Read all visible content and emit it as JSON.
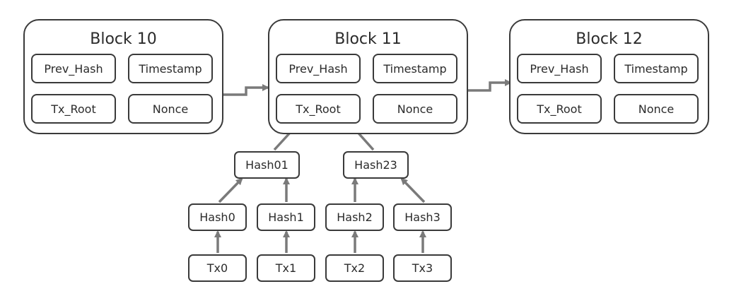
{
  "blocks": [
    {
      "title": "Block 10",
      "fields": [
        "Prev_Hash",
        "Timestamp",
        "Tx_Root",
        "Nonce"
      ]
    },
    {
      "title": "Block 11",
      "fields": [
        "Prev_Hash",
        "Timestamp",
        "Tx_Root",
        "Nonce"
      ]
    },
    {
      "title": "Block 12",
      "fields": [
        "Prev_Hash",
        "Timestamp",
        "Tx_Root",
        "Nonce"
      ]
    }
  ],
  "merkle": {
    "level2": [
      "Hash01",
      "Hash23"
    ],
    "level1": [
      "Hash0",
      "Hash1",
      "Hash2",
      "Hash3"
    ],
    "transactions": [
      "Tx0",
      "Tx1",
      "Tx2",
      "Tx3"
    ]
  },
  "colors": {
    "border": "#3a3a3a",
    "arrow": "#7a7a7a"
  }
}
